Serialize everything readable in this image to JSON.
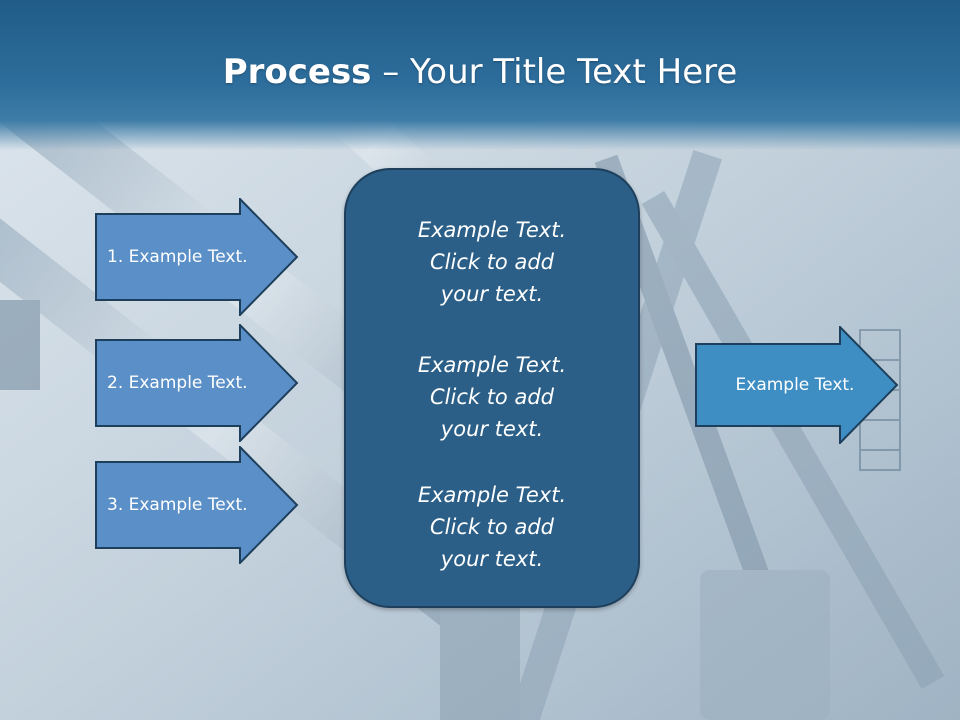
{
  "slide": {
    "title_bold": "Process",
    "title_rest": " – Your Title Text Here"
  },
  "steps": [
    {
      "label": "1. Example Text."
    },
    {
      "label": "2. Example Text."
    },
    {
      "label": "3. Example Text."
    }
  ],
  "center_box": {
    "items": [
      {
        "line1": "Example Text.",
        "line2": "Click  to add",
        "line3": "your text."
      },
      {
        "line1": "Example Text.",
        "line2": "Click  to add",
        "line3": "your text."
      },
      {
        "line1": "Example Text.",
        "line2": "Click  to add",
        "line3": "your text."
      }
    ]
  },
  "output": {
    "label": "Example Text."
  },
  "colors": {
    "header": "#215c88",
    "step_arrow_fill": "#5b8fc7",
    "center_box_fill": "#2b5f87",
    "output_arrow_fill": "#3e8ec4",
    "outline": "#1d3f5c"
  }
}
